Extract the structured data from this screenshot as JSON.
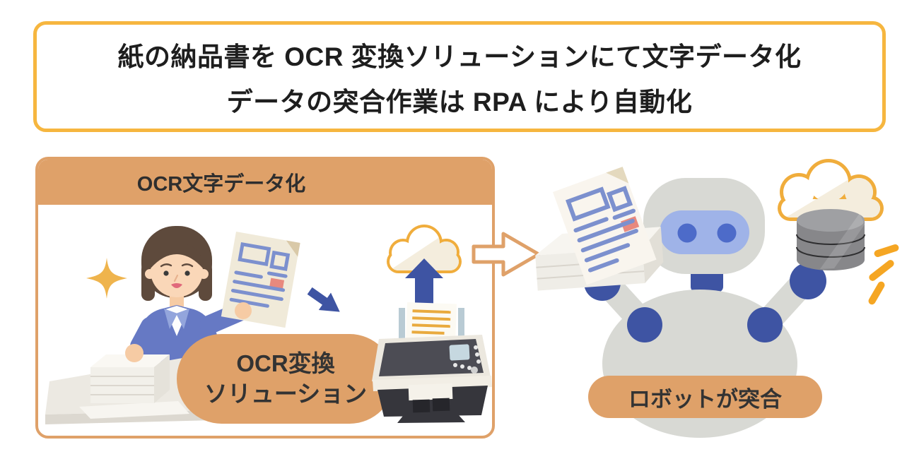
{
  "banner": {
    "line1": "紙の納品書を OCR 変換ソリューションにて文字データ化",
    "line2": "データの突合作業は RPA により自動化"
  },
  "ocr_box": {
    "header": "OCR文字データ化",
    "solution_label_line1": "OCR変換",
    "solution_label_line2": "ソリューション"
  },
  "robot_section": {
    "label": "ロボットが突合"
  },
  "colors": {
    "banner_border": "#F6B63F",
    "accent_orange": "#DFA169",
    "navy_blue": "#3E54A3",
    "visor_blue": "#9FB3E8",
    "eye_blue": "#4D6BC9",
    "robot_gray": "#D8D9D4",
    "cloud_outline": "#F0AD3C",
    "gold_sparkle": "#EFB44D",
    "paper_cream": "#F6F1E8",
    "doc_line_blue": "#7C90CE",
    "stamp_red": "#E8897E",
    "database_gray": "#87878A",
    "text_dark": "#1E1E1E"
  },
  "icons": [
    "sparkle-icon",
    "office-worker-icon",
    "paper-stack-icon",
    "document-icon",
    "arrow-down-right-icon",
    "scanner-icon",
    "cloud-icon",
    "upload-arrow-icon",
    "flow-arrow-icon",
    "robot-icon",
    "database-icon",
    "emphasis-lines-icon"
  ]
}
